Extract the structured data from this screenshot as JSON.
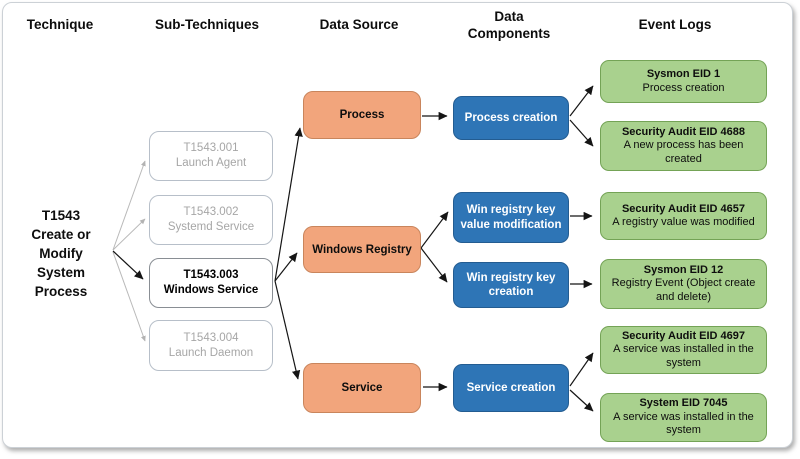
{
  "headers": [
    {
      "label": "Technique"
    },
    {
      "label": "Sub-Techniques"
    },
    {
      "label": "Data Source"
    },
    {
      "label": "Data\nComponents"
    },
    {
      "label": "Event Logs"
    }
  ],
  "technique": {
    "label": "T1543\nCreate or\nModify\nSystem\nProcess"
  },
  "sub_techniques": [
    {
      "id": "T1543.001",
      "name": "Launch Agent",
      "highlighted": false
    },
    {
      "id": "T1543.002",
      "name": "Systemd Service",
      "highlighted": false
    },
    {
      "id": "T1543.003",
      "name": "Windows Service",
      "highlighted": true
    },
    {
      "id": "T1543.004",
      "name": "Launch Daemon",
      "highlighted": false
    }
  ],
  "data_sources": [
    {
      "label": "Process"
    },
    {
      "label": "Windows Registry"
    },
    {
      "label": "Service"
    }
  ],
  "data_components": [
    {
      "label": "Process creation"
    },
    {
      "label": "Win registry key\nvalue modification"
    },
    {
      "label": "Win registry key\ncreation"
    },
    {
      "label": "Service creation"
    }
  ],
  "event_logs": [
    {
      "title": "Sysmon EID 1",
      "desc": "Process creation"
    },
    {
      "title": "Security Audit EID 4688",
      "desc": "A new process has been created"
    },
    {
      "title": "Security Audit EID 4657",
      "desc": "A registry value was modified"
    },
    {
      "title": "Sysmon EID 12",
      "desc": "Registry Event (Object create and delete)"
    },
    {
      "title": "Security Audit EID 4697",
      "desc": "A service was installed in the system"
    },
    {
      "title": "System EID 7045",
      "desc": "A service was installed in the system"
    }
  ],
  "edges": [
    {
      "from": "T1543",
      "to": "T1543.001",
      "style": "muted"
    },
    {
      "from": "T1543",
      "to": "T1543.002",
      "style": "muted"
    },
    {
      "from": "T1543",
      "to": "T1543.003",
      "style": "solid"
    },
    {
      "from": "T1543",
      "to": "T1543.004",
      "style": "muted"
    },
    {
      "from": "T1543.003",
      "to": "Process",
      "style": "solid"
    },
    {
      "from": "T1543.003",
      "to": "Windows Registry",
      "style": "solid"
    },
    {
      "from": "T1543.003",
      "to": "Service",
      "style": "solid"
    },
    {
      "from": "Process",
      "to": "Process creation",
      "style": "solid"
    },
    {
      "from": "Process creation",
      "to": "Sysmon EID 1",
      "style": "solid"
    },
    {
      "from": "Process creation",
      "to": "Security Audit EID 4688",
      "style": "solid"
    },
    {
      "from": "Windows Registry",
      "to": "Win registry key value modification",
      "style": "solid"
    },
    {
      "from": "Windows Registry",
      "to": "Win registry key creation",
      "style": "solid"
    },
    {
      "from": "Win registry key value modification",
      "to": "Security Audit EID 4657",
      "style": "solid"
    },
    {
      "from": "Win registry key creation",
      "to": "Sysmon EID 12",
      "style": "solid"
    },
    {
      "from": "Service",
      "to": "Service creation",
      "style": "solid"
    },
    {
      "from": "Service creation",
      "to": "Security Audit EID 4697",
      "style": "solid"
    },
    {
      "from": "Service creation",
      "to": "System EID 7045",
      "style": "solid"
    }
  ],
  "colors": {
    "data_source_fill": "#F2A57C",
    "data_component_fill": "#2E75B6",
    "data_component_text": "#FFFFFF",
    "event_log_fill": "#A9D18E",
    "event_log_border": "#74A356",
    "muted_text": "#A6A6A6"
  }
}
